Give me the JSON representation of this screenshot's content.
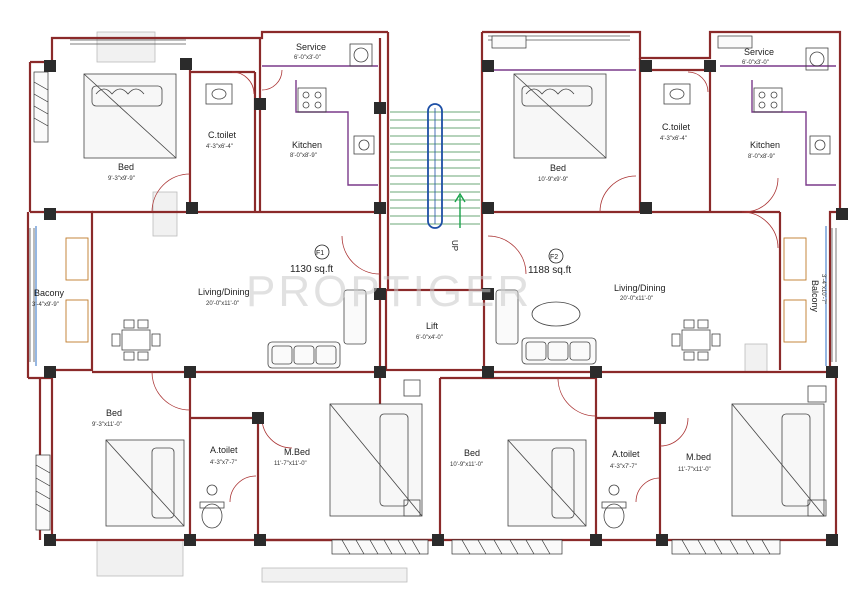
{
  "watermark": "PROPTIGER",
  "units": [
    {
      "tag": "F1",
      "area": "1130 sq.ft"
    },
    {
      "tag": "F2",
      "area": "1188 sq.ft"
    }
  ],
  "rooms": {
    "service_left": {
      "name": "Service",
      "dim": "6'-0\"x3'-0\""
    },
    "ctoilet_left": {
      "name": "C.toilet",
      "dim": "4'-3\"x6'-4\""
    },
    "kitchen_left": {
      "name": "Kitchen",
      "dim": "8'-0\"x8'-9\""
    },
    "bed_tl": {
      "name": "Bed",
      "dim": "9'-3\"x9'-9\""
    },
    "balcony_left": {
      "name": "Bacony",
      "dim": "3'-4\"x9'-9\""
    },
    "living_left": {
      "name": "Living/Dining",
      "dim": "20'-0\"x11'-0\""
    },
    "lift": {
      "name": "Lift",
      "dim": "6'-0\"x4'-0\""
    },
    "bed_bl": {
      "name": "Bed",
      "dim": "9'-3\"x11'-0\""
    },
    "atoilet_left": {
      "name": "A.toilet",
      "dim": "4'-3\"x7'-7\""
    },
    "mbed_left": {
      "name": "M.Bed",
      "dim": "11'-7\"x11'-0\""
    },
    "bed_tr": {
      "name": "Bed",
      "dim": "10'-9\"x9'-9\""
    },
    "ctoilet_right": {
      "name": "C.toilet",
      "dim": "4'-3\"x6'-4\""
    },
    "service_right": {
      "name": "Service",
      "dim": "6'-0\"x3'-0\""
    },
    "kitchen_right": {
      "name": "Kitchen",
      "dim": "8'-0\"x8'-9\""
    },
    "living_right": {
      "name": "Living/Dining",
      "dim": "20'-0\"x11'-0\""
    },
    "balcony_right": {
      "name": "Balcony",
      "dim": "3'-4\"x10'-7\""
    },
    "bed_br": {
      "name": "Bed",
      "dim": "10'-9\"x11'-0\""
    },
    "atoilet_right": {
      "name": "A.toilet",
      "dim": "4'-3\"x7'-7\""
    },
    "mbed_right": {
      "name": "M.bed",
      "dim": "11'-7\"x11'-0\""
    }
  },
  "stair_label": "UP",
  "colors": {
    "wall": "#8b2a2a",
    "column": "#2b2b2b",
    "purple": "#7a3a8a",
    "stair_rail": "#1d4fa6",
    "arrow": "#18a34a",
    "glass": "#2e6fc4"
  }
}
